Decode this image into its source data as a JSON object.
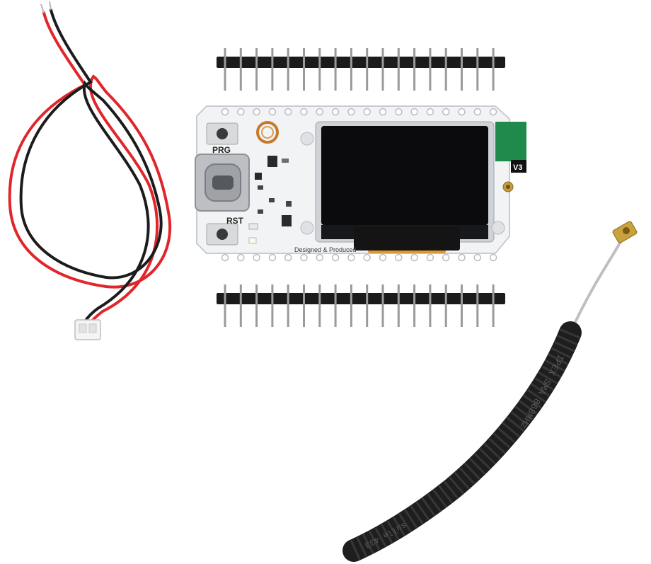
{
  "board": {
    "prg_label": "PRG",
    "rst_label": "RST",
    "version_label": "V3",
    "credit_label": "Designed & Produced"
  },
  "antenna": {
    "print_text": "IPEX SMA 868MHz",
    "print_text_2": "sulle 433"
  },
  "colors": {
    "pcb": "#f2f3f5",
    "wire_red": "#e0262b",
    "wire_black": "#1c1c1c",
    "oled": "#0b0b0d",
    "header_plastic": "#1b1b1b",
    "pin_metal": "#9a9a9a",
    "antenna_sleeve": "#1e1e1e",
    "chip_antenna": "#1f8a4c",
    "flex_ribbon": "#d98e1e"
  }
}
